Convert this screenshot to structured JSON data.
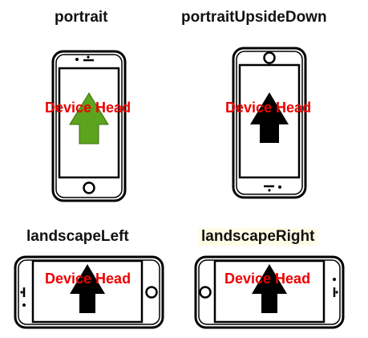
{
  "orientations": [
    {
      "label": "portrait",
      "head_label": "Device Head",
      "arrow_color": "#5ca31e"
    },
    {
      "label": "portraitUpsideDown",
      "head_label": "Device Head",
      "arrow_color": "#000000"
    },
    {
      "label": "landscapeLeft",
      "head_label": "Device Head",
      "arrow_color": "#000000"
    },
    {
      "label": "landscapeRight",
      "head_label": "Device Head",
      "arrow_color": "#000000"
    }
  ],
  "colors": {
    "head_label": "#ee0000",
    "phone_outline": "#000000",
    "background": "#ffffff"
  }
}
